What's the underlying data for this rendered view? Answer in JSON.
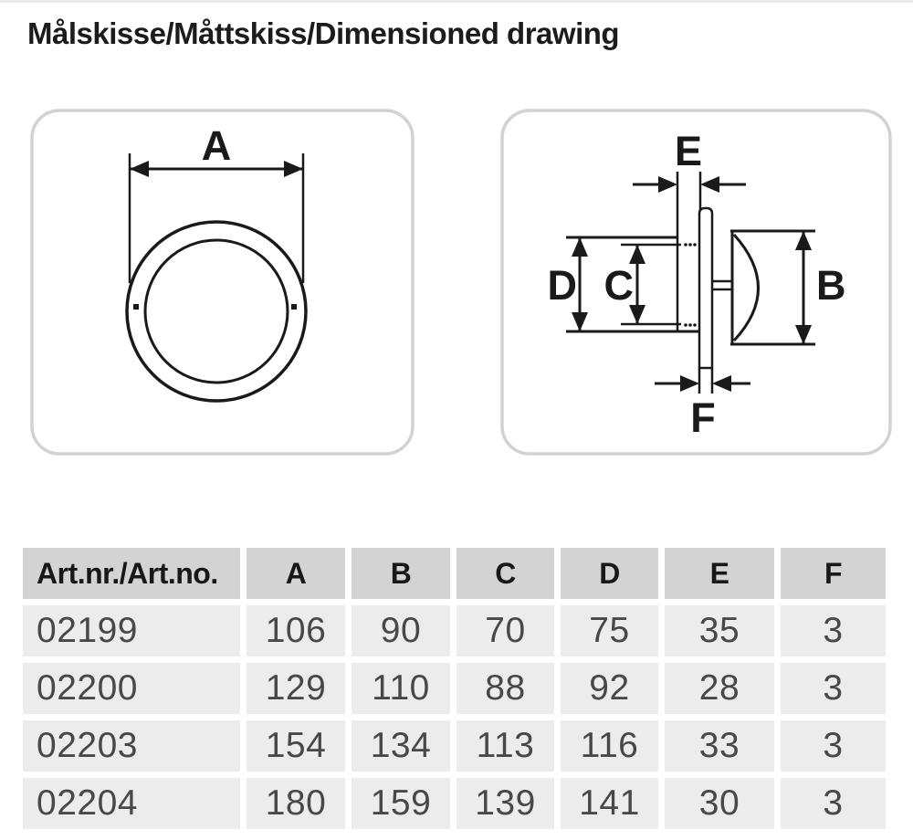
{
  "page": {
    "title": "Målskisse/Måttskiss/Dimensioned drawing"
  },
  "diagram": {
    "labels": {
      "a": "A",
      "b": "B",
      "c": "C",
      "d": "D",
      "e": "E",
      "f": "F"
    },
    "panels": [
      "front-view",
      "side-view"
    ]
  },
  "table": {
    "columns": [
      "Art.nr./Art.no.",
      "A",
      "B",
      "C",
      "D",
      "E",
      "F"
    ],
    "rows": [
      [
        "02199",
        "106",
        "90",
        "70",
        "75",
        "35",
        "3"
      ],
      [
        "02200",
        "129",
        "110",
        "88",
        "92",
        "28",
        "3"
      ],
      [
        "02203",
        "154",
        "134",
        "113",
        "116",
        "33",
        "3"
      ],
      [
        "02204",
        "180",
        "159",
        "139",
        "141",
        "30",
        "3"
      ]
    ]
  },
  "colors": {
    "table_header_bg": "#d3d3d3",
    "table_row_bg": "#ececec",
    "panel_border": "#d2d2d2",
    "line_color": "#1a1a1a"
  }
}
